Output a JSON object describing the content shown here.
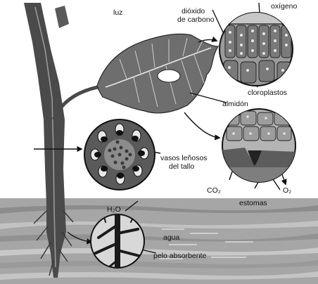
{
  "labels": {
    "luz": "luz",
    "co2_line1": "dióxido",
    "co2_line2": "de carbono",
    "oxigeno": "oxígeno",
    "cloroplastos": "cloroplastos",
    "almidon": "almidón",
    "vasos_line1": "vasos leñosos",
    "vasos_line2": "del tallo",
    "co2_formula": "CO₂",
    "o2_formula": "O₂",
    "estomas": "estomas",
    "h2o": "H₂O",
    "agua": "agua",
    "pelo_absorbente": "pelo absorbente"
  },
  "colors": {
    "soil_dark": "#8f8f8f",
    "soil_light": "#cfcfcf",
    "stem": "#4a4a4a",
    "leaf": "#6e6e6e",
    "cell": "#9a9a9a",
    "ink": "#111111"
  }
}
